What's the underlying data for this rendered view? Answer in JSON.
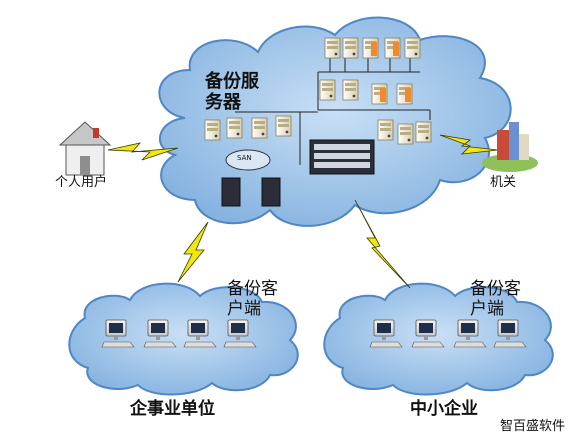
{
  "labels": {
    "backup_servers": "备份服务器",
    "san": "SAN",
    "personal_user": "个人用户",
    "government": "机关",
    "backup_client_left": "备份客户端",
    "backup_client_right": "备份客户端",
    "enterprise": "企事业单位",
    "sme": "中小企业",
    "watermark": "智百盛软件"
  },
  "colors": {
    "cloud_fill": "#9ec4ea",
    "cloud_edge": "#4f86c6",
    "lightning": "#f2e611",
    "lightning_edge": "#3a3a00",
    "server_body": "#efe7c8",
    "orange_drive": "#f08a2a"
  },
  "icons": {
    "house": "house-icon",
    "government_building": "building-icon",
    "computer": "desktop-computer-icon",
    "server": "server-tower-icon",
    "storage": "storage-array-icon"
  }
}
